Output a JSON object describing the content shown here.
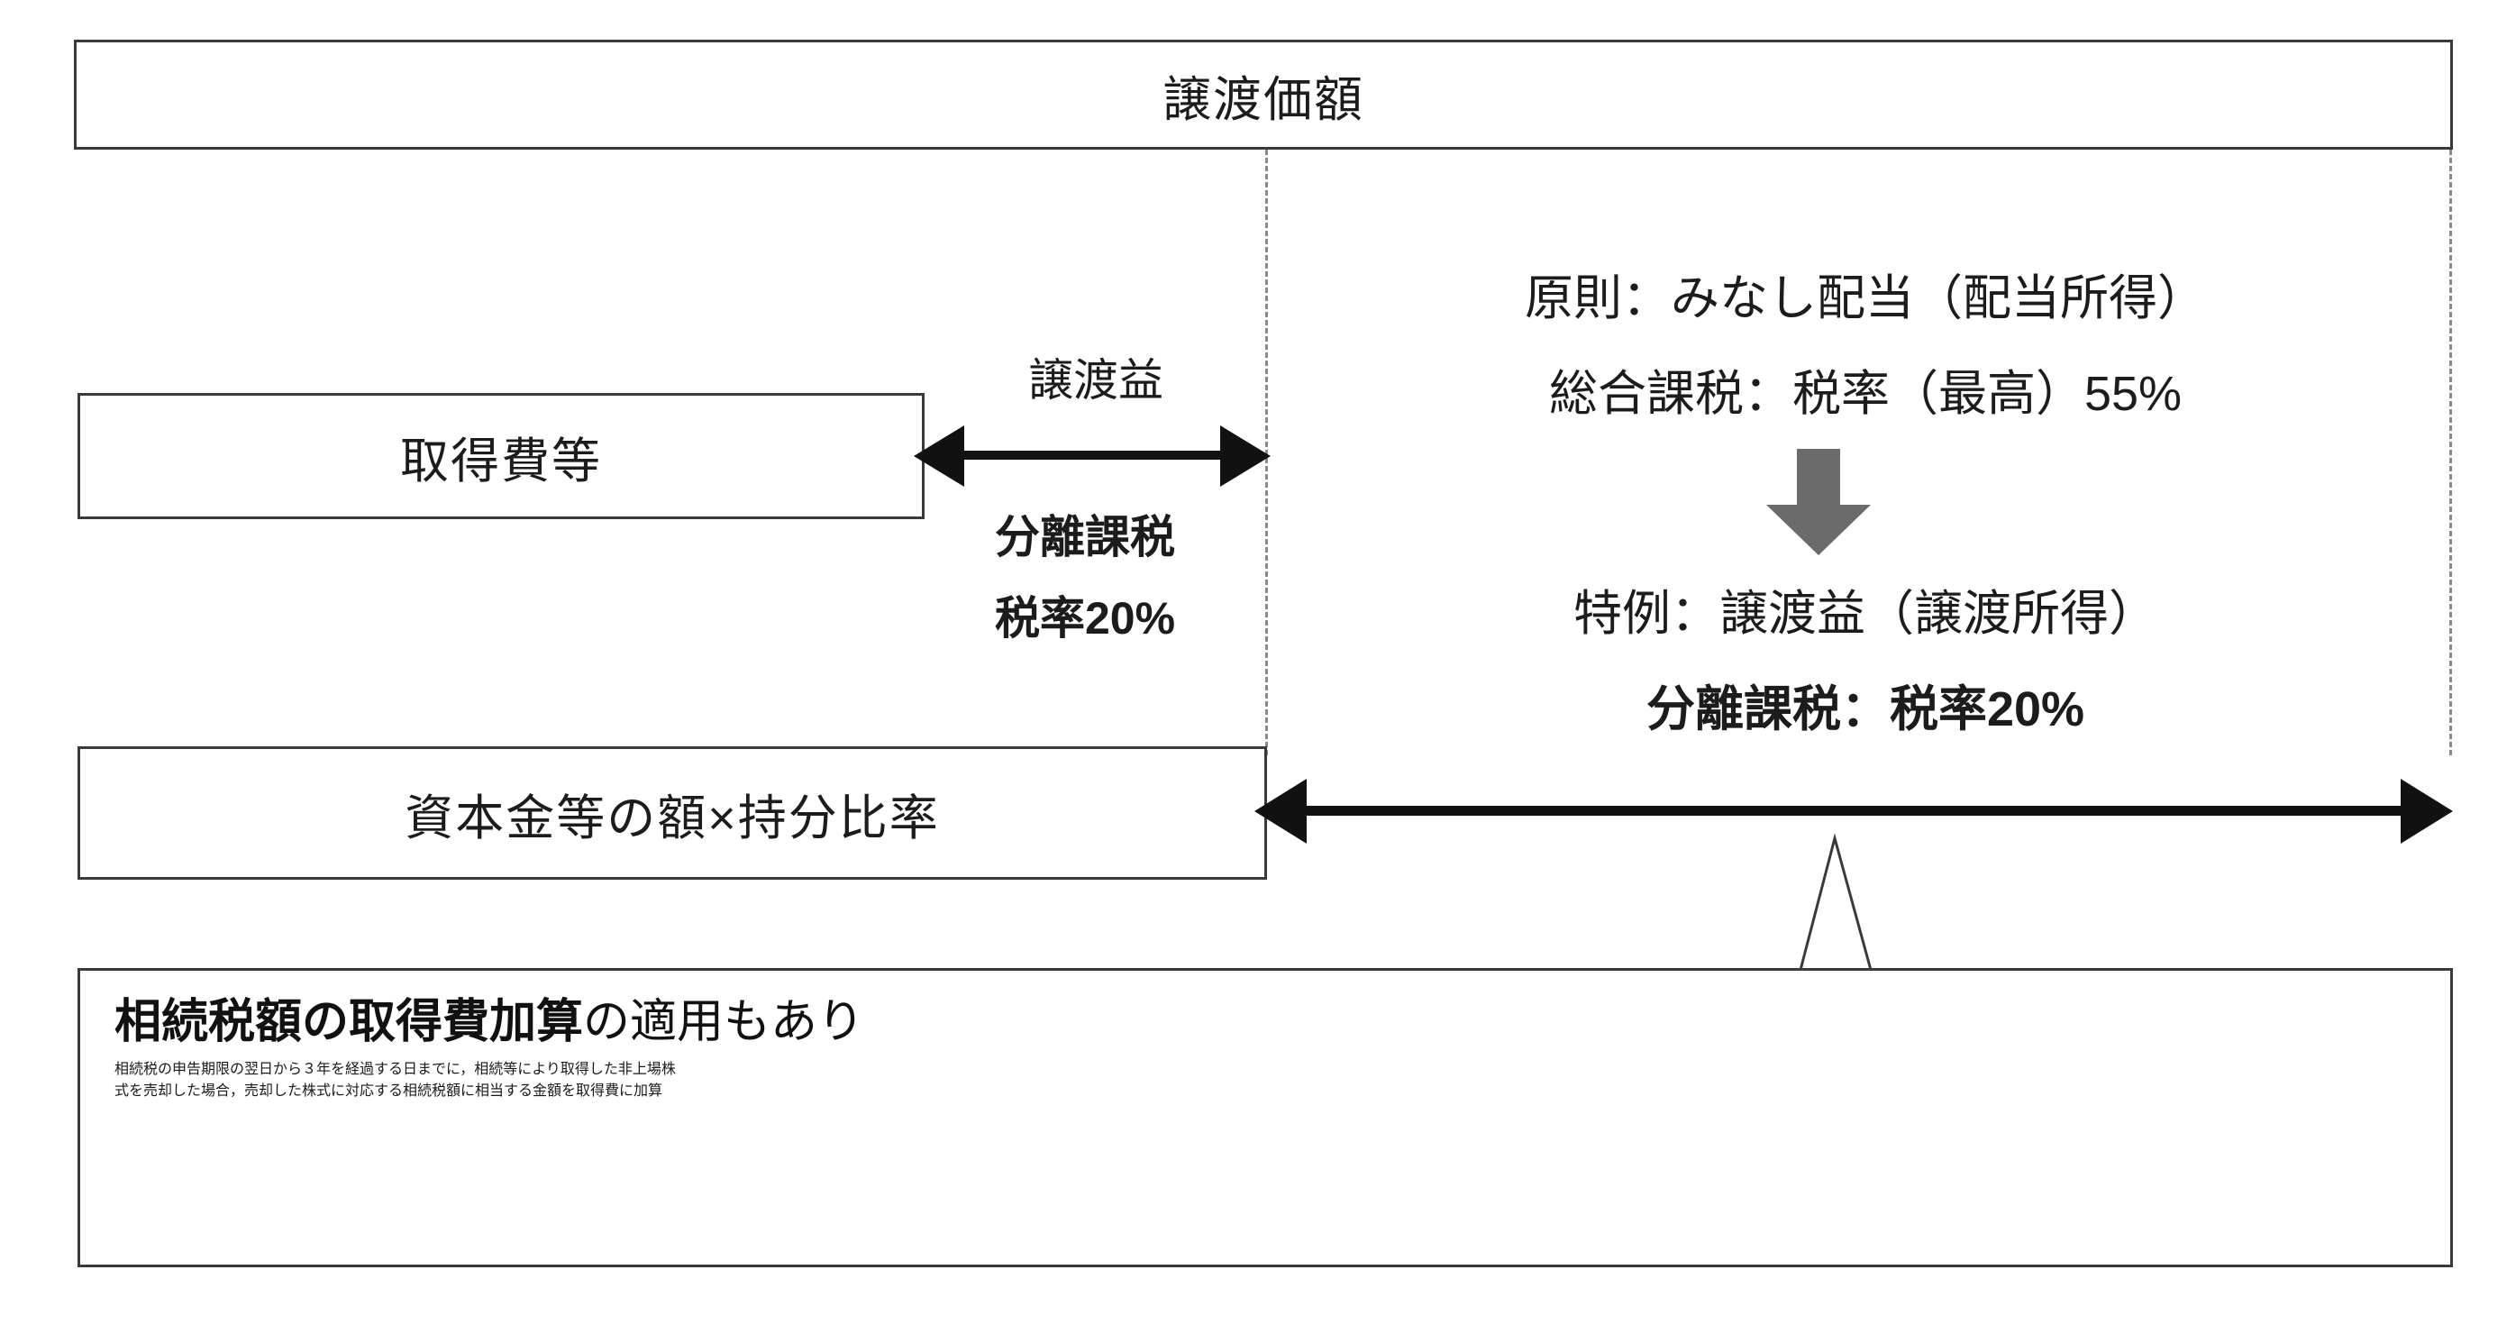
{
  "diagram": {
    "title_box": {
      "label": "譲渡価額"
    },
    "left_boxes": [
      {
        "id": "acquisition-cost",
        "label": "取得費等"
      },
      {
        "id": "capital-amount",
        "label": "資本金等の額×持分比率"
      }
    ],
    "middle_column": {
      "gain_label": "譲渡益",
      "separate_tax": "分離課税",
      "tax_rate": "税率20%"
    },
    "right_column": {
      "principle": "原則：みなし配当（配当所得）",
      "comprehensive_tax": "総合課税：税率（最高）55%",
      "special_case": "特例：譲渡益（譲渡所得）",
      "separate_tax": "分離課税：税率20%"
    },
    "note": {
      "title_bold": "相続税額の取得費加算",
      "title_rest": "の適用もあり",
      "body_lines": [
        "相続税の申告期限の翌日から３年を経過する日までに，相続等により取得した非上場株",
        "式を売却した場合，売却した株式に対応する相続税額に相当する金額を取得費に加算"
      ]
    },
    "icons": {
      "gain_arrow": "double-headed-arrow-icon",
      "bottom_arrow": "double-headed-arrow-icon",
      "down_arrow": "down-arrow-icon",
      "callout_tail": "callout-tail-icon"
    },
    "colors": {
      "border": "#3a3a3a",
      "text": "#1c1c1c",
      "dashed_guide": "#8a8a8a",
      "down_arrow_fill": "#6b6b6b",
      "solid_arrow_fill": "#111111",
      "background": "#ffffff"
    }
  }
}
